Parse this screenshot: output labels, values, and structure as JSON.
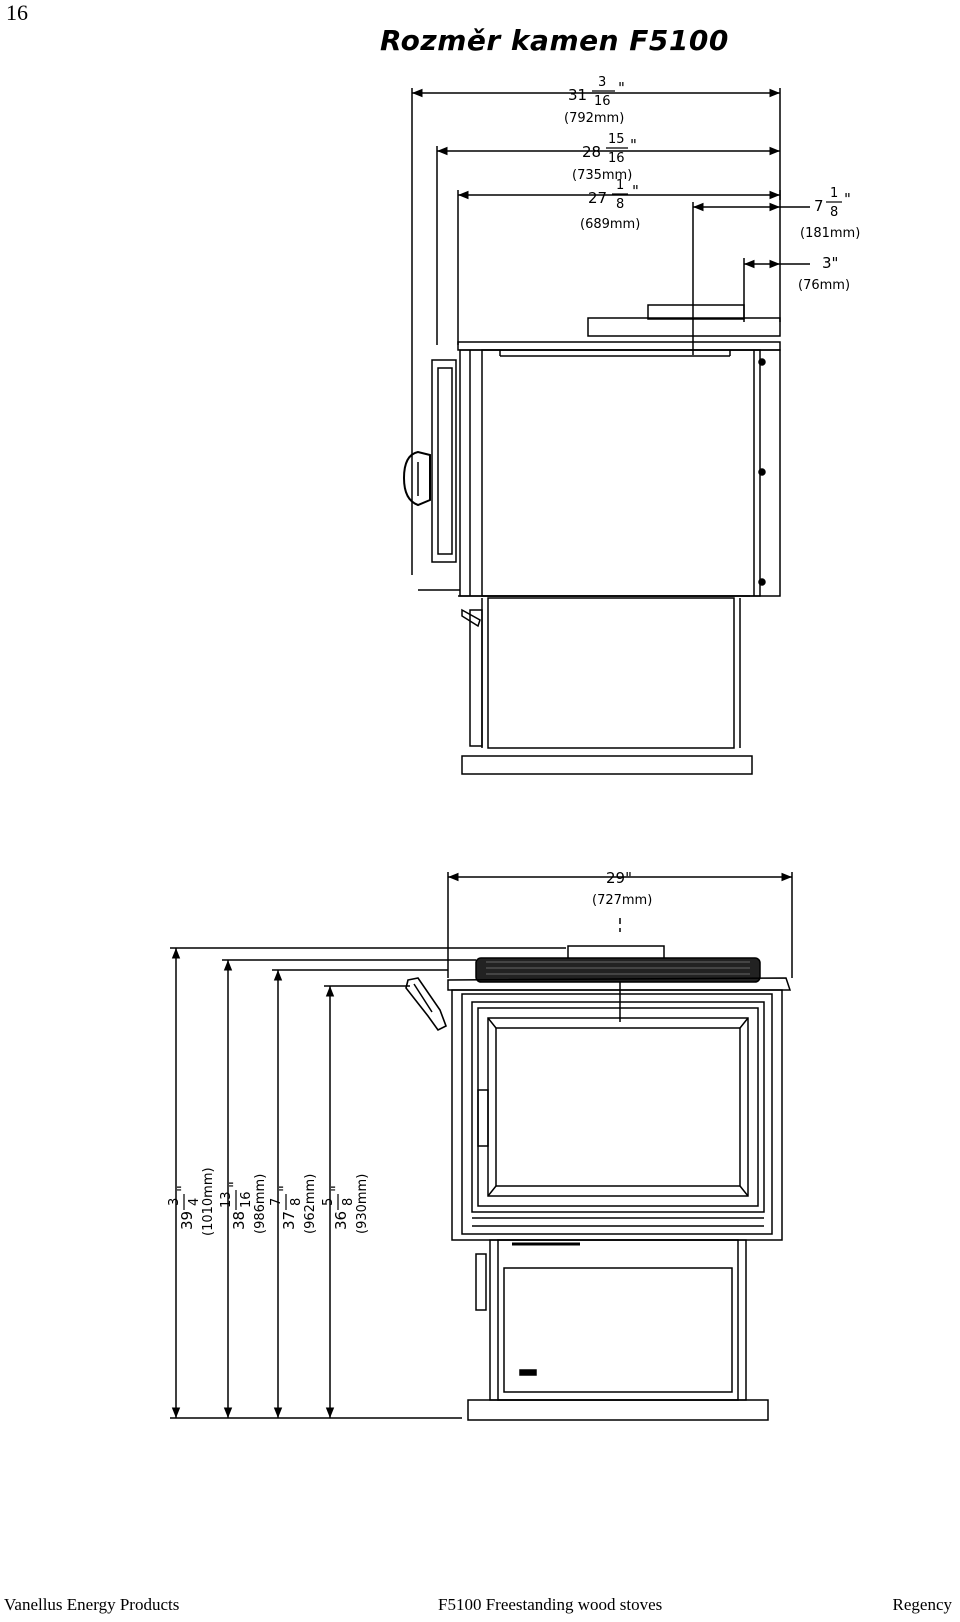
{
  "page_number": "16",
  "title": "Rozměr kamen F5100",
  "side_view": {
    "width_overall": {
      "whole": "31",
      "num": "3",
      "den": "16",
      "unit": "\"",
      "mm": "(792mm)"
    },
    "width_body": {
      "whole": "28",
      "num": "15",
      "den": "16",
      "unit": "\"",
      "mm": "(735mm)"
    },
    "width_top": {
      "whole": "27",
      "num": "1",
      "den": "8",
      "unit": "\"",
      "mm": "(689mm)"
    },
    "flue_center": {
      "whole": "7",
      "num": "1",
      "den": "8",
      "unit": "\"",
      "mm": "(181mm)"
    },
    "rear_offset": {
      "value": "3\"",
      "mm": "(76mm)"
    }
  },
  "front_view": {
    "width": {
      "value": "29\"",
      "mm": "(727mm)"
    },
    "heights": [
      {
        "whole": "39",
        "num": "3",
        "den": "4",
        "unit": "\"",
        "mm": "(1010mm)"
      },
      {
        "whole": "38",
        "num": "13",
        "den": "16",
        "unit": "\"",
        "mm": "(986mm)"
      },
      {
        "whole": "37",
        "num": "7",
        "den": "8",
        "unit": "\"",
        "mm": "(962mm)"
      },
      {
        "whole": "36",
        "num": "5",
        "den": "8",
        "unit": "\"",
        "mm": "(930mm)"
      }
    ]
  },
  "footer": {
    "left": "Vanellus Energy Products",
    "center": "F5100 Freestanding wood stoves",
    "right": "Regency"
  }
}
